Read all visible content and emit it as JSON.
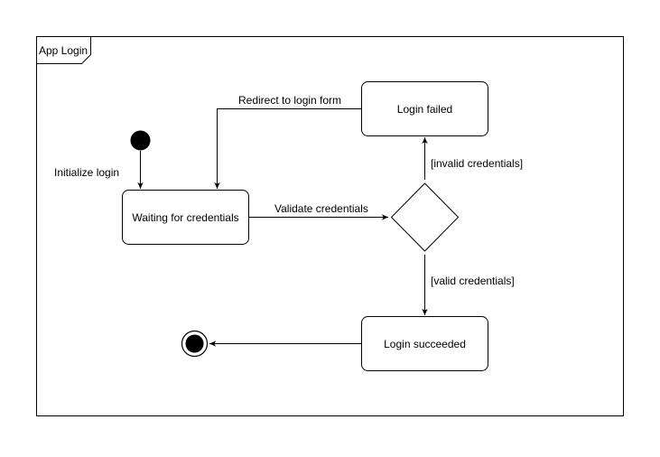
{
  "frame": {
    "label": "App Login"
  },
  "states": {
    "waiting": "Waiting for credentials",
    "failed": "Login failed",
    "succeeded": "Login succeeded"
  },
  "transitions": {
    "initialize": "Initialize login",
    "validate": "Validate credentials",
    "redirect": "Redirect to login form",
    "invalid": "[invalid credentials]",
    "valid": "[valid credentials]"
  },
  "colors": {
    "stroke": "#000000",
    "fill": "#ffffff"
  }
}
